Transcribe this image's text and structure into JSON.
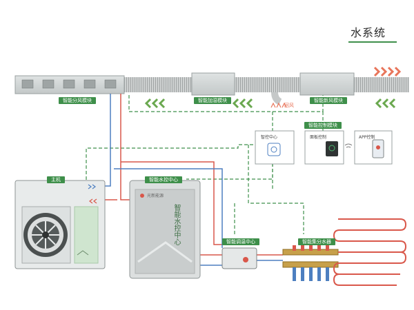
{
  "title": "水系统",
  "labels": {
    "fan_module": "智能分风模块",
    "humidify_module": "智能加湿模块",
    "fresh_air_module": "智能新风模块",
    "smart_control_module": "智能控制模块",
    "host": "主机",
    "water_control_center": "智能水控中心",
    "temp_control_center": "智能调温中心",
    "manifold": "智能集分水器"
  },
  "panels": {
    "control_center": "智控中心",
    "panel_control": "面板控制",
    "app_control": "APP控制"
  },
  "exhaust": "回风",
  "tank": {
    "brand": "光新能源",
    "vertical_text": "智能水控中心"
  },
  "colors": {
    "green": "#3e8f4a",
    "red_pipe": "#d9574a",
    "blue_pipe": "#4d7fc0",
    "dash_green": "#3e8f4a",
    "arrow_orange": "#e8755a",
    "arrow_green": "#6aa84f"
  }
}
